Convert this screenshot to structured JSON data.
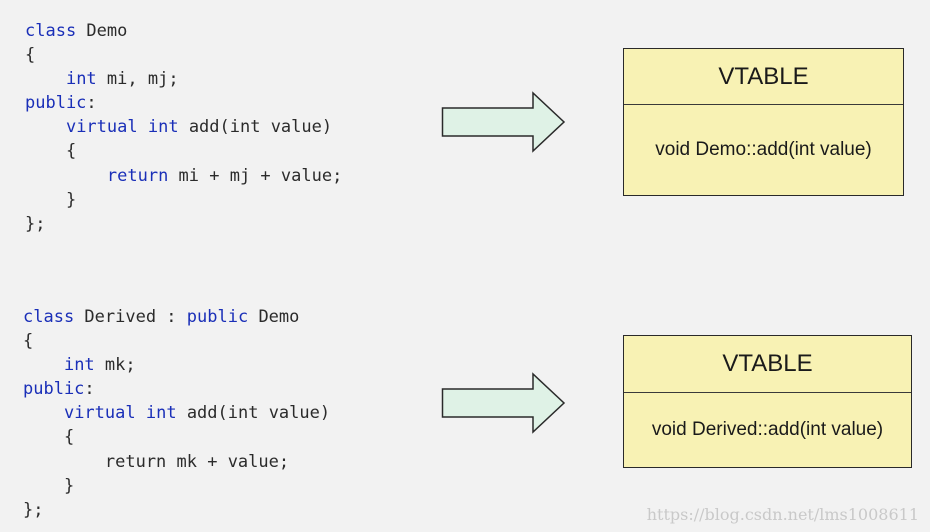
{
  "code_blocks": [
    {
      "lines": [
        [
          {
            "t": "class",
            "kw": true
          },
          {
            "t": " Demo"
          }
        ],
        [
          {
            "t": "{"
          }
        ],
        [
          {
            "t": "    "
          },
          {
            "t": "int",
            "kw": true
          },
          {
            "t": " mi, mj;"
          }
        ],
        [
          {
            "t": "public",
            "kw": true
          },
          {
            "t": ":"
          }
        ],
        [
          {
            "t": "    "
          },
          {
            "t": "virtual",
            "kw": true
          },
          {
            "t": " "
          },
          {
            "t": "int",
            "kw": true
          },
          {
            "t": " add(int value)"
          }
        ],
        [
          {
            "t": "    {"
          }
        ],
        [
          {
            "t": "        "
          },
          {
            "t": "return",
            "kw": true
          },
          {
            "t": " mi + mj + value;"
          }
        ],
        [
          {
            "t": "    }"
          }
        ],
        [
          {
            "t": "};"
          }
        ]
      ]
    },
    {
      "lines": [
        [
          {
            "t": "class",
            "kw": true
          },
          {
            "t": " Derived : "
          },
          {
            "t": "public",
            "kw": true
          },
          {
            "t": " Demo"
          }
        ],
        [
          {
            "t": "{"
          }
        ],
        [
          {
            "t": "    "
          },
          {
            "t": "int",
            "kw": true
          },
          {
            "t": " mk;"
          }
        ],
        [
          {
            "t": "public",
            "kw": true
          },
          {
            "t": ":"
          }
        ],
        [
          {
            "t": "    "
          },
          {
            "t": "virtual",
            "kw": true
          },
          {
            "t": " "
          },
          {
            "t": "int",
            "kw": true
          },
          {
            "t": " add(int value)"
          }
        ],
        [
          {
            "t": "    {"
          }
        ],
        [
          {
            "t": "        return mk + value;"
          }
        ],
        [
          {
            "t": "    }"
          }
        ],
        [
          {
            "t": "};"
          }
        ]
      ]
    }
  ],
  "vtables": [
    {
      "title": "VTABLE",
      "entry": "void Demo::add(int value)"
    },
    {
      "title": "VTABLE",
      "entry": "void Derived::add(int value)"
    }
  ],
  "watermark": "https://blog.csdn.net/lms1008611",
  "colors": {
    "keyword": "#1a2fb8",
    "arrow_fill": "#dff2e6",
    "vtable_fill": "#f8f2b4",
    "background": "#f2f2f2"
  }
}
